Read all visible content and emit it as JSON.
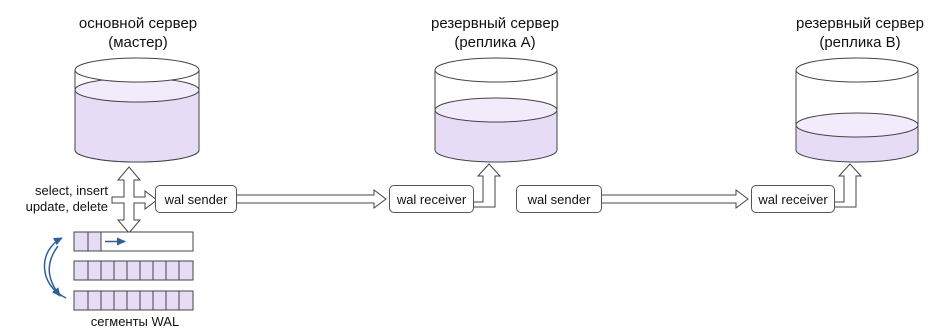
{
  "servers": [
    {
      "title_line1": "основной сервер",
      "title_line2": "(мастер)"
    },
    {
      "title_line1": "резервный сервер",
      "title_line2": "(реплика A)"
    },
    {
      "title_line1": "резервный сервер",
      "title_line2": "(реплика B)"
    }
  ],
  "client_ops": {
    "line1": "select, insert",
    "line2": "update, delete"
  },
  "processes": {
    "sender_1": "wal sender",
    "receiver_1": "wal receiver",
    "sender_2": "wal sender",
    "receiver_2": "wal receiver"
  },
  "wal_caption": "сегменты WAL",
  "colors": {
    "fill": "#e6dcf6",
    "stroke": "#444444",
    "arrow_blue": "#2e5f99"
  }
}
